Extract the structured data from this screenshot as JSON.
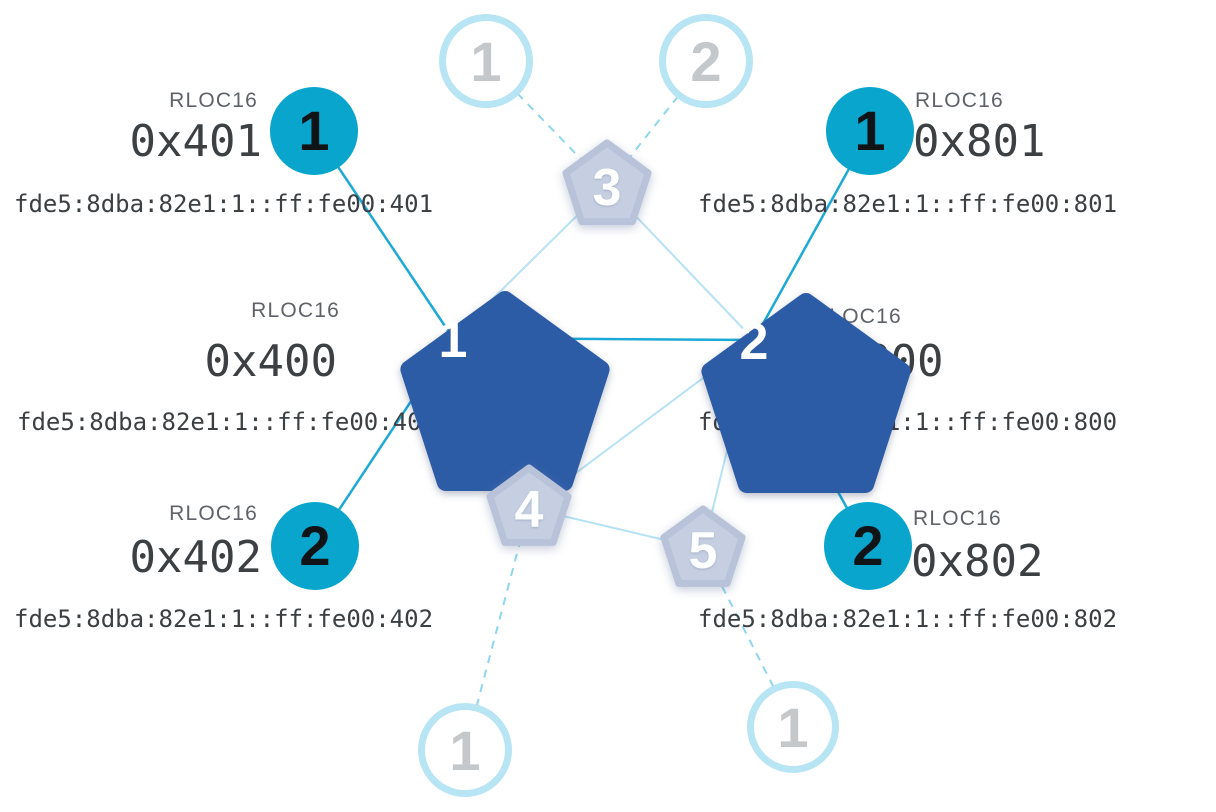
{
  "diagram": {
    "type": "thread-network-topology",
    "colors": {
      "child_active_fill": "#0aa5cd",
      "router_active_fill": "#2d5ca6",
      "router_faded_fill": "#c6cfe2",
      "router_faded_border": "#b8c3da",
      "faded_circle_border": "#b7e5f4",
      "link_active": "#1ca9d6",
      "link_router": "#b7e2f5",
      "link_dashed": "#8ed5ef",
      "label_gray": "#5f6368",
      "text_dark": "#3c4043"
    }
  },
  "nodes": {
    "router1": {
      "label": "1",
      "rloc_label": "RLOC16",
      "rloc16": "0x400",
      "ipv6": "fde5:8dba:82e1:1::ff:fe00:400"
    },
    "router2": {
      "label": "2",
      "rloc_label": "RLOC16",
      "rloc16": "0x800",
      "ipv6": "fde5:8dba:82e1:1::ff:fe00:800"
    },
    "router3": {
      "label": "3"
    },
    "router4": {
      "label": "4"
    },
    "router5": {
      "label": "5"
    },
    "child401": {
      "label": "1",
      "rloc_label": "RLOC16",
      "rloc16": "0x401",
      "ipv6": "fde5:8dba:82e1:1::ff:fe00:401"
    },
    "child402": {
      "label": "2",
      "rloc_label": "RLOC16",
      "rloc16": "0x402",
      "ipv6": "fde5:8dba:82e1:1::ff:fe00:402"
    },
    "child801": {
      "label": "1",
      "rloc_label": "RLOC16",
      "rloc16": "0x801",
      "ipv6": "fde5:8dba:82e1:1::ff:fe00:801"
    },
    "child802": {
      "label": "2",
      "rloc_label": "RLOC16",
      "rloc16": "0x802",
      "ipv6": "fde5:8dba:82e1:1::ff:fe00:802"
    },
    "faded_top1": {
      "label": "1"
    },
    "faded_top2": {
      "label": "2"
    },
    "faded_bottom1": {
      "label": "1"
    },
    "faded_bottom2": {
      "label": "1"
    }
  },
  "edges": [
    {
      "from": "child401",
      "to": "router1",
      "style": "active"
    },
    {
      "from": "child402",
      "to": "router1",
      "style": "active"
    },
    {
      "from": "router1",
      "to": "router2",
      "style": "active"
    },
    {
      "from": "child801",
      "to": "router2",
      "style": "active"
    },
    {
      "from": "child802",
      "to": "router2",
      "style": "active"
    },
    {
      "from": "router3",
      "to": "router1",
      "style": "router"
    },
    {
      "from": "router3",
      "to": "router2",
      "style": "router"
    },
    {
      "from": "router4",
      "to": "router1",
      "style": "router"
    },
    {
      "from": "router4",
      "to": "router2",
      "style": "router"
    },
    {
      "from": "router5",
      "to": "router2",
      "style": "router"
    },
    {
      "from": "router4",
      "to": "router5",
      "style": "router"
    },
    {
      "from": "faded_top1",
      "to": "router3",
      "style": "dashed"
    },
    {
      "from": "faded_top2",
      "to": "router3",
      "style": "dashed"
    },
    {
      "from": "faded_bottom1",
      "to": "router4",
      "style": "dashed"
    },
    {
      "from": "faded_bottom2",
      "to": "router5",
      "style": "dashed"
    }
  ]
}
